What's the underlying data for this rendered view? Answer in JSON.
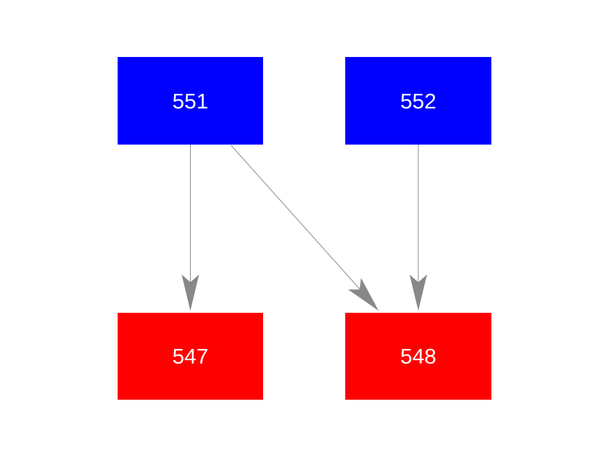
{
  "diagram": {
    "type": "directed-graph",
    "nodes": [
      {
        "id": "551",
        "label": "551",
        "fill": "#0000ff"
      },
      {
        "id": "552",
        "label": "552",
        "fill": "#0000ff"
      },
      {
        "id": "547",
        "label": "547",
        "fill": "#ff0000"
      },
      {
        "id": "548",
        "label": "548",
        "fill": "#ff0000"
      }
    ],
    "edges": [
      {
        "from": "551",
        "to": "547",
        "arrow": "vee"
      },
      {
        "from": "551",
        "to": "548",
        "arrow": "vee"
      },
      {
        "from": "552",
        "to": "548",
        "arrow": "vee"
      }
    ],
    "colors": {
      "background": "#ffffff",
      "node_blue": "#0000ff",
      "node_red": "#ff0000",
      "edge": "#888888",
      "label_text": "#ffffff"
    }
  }
}
